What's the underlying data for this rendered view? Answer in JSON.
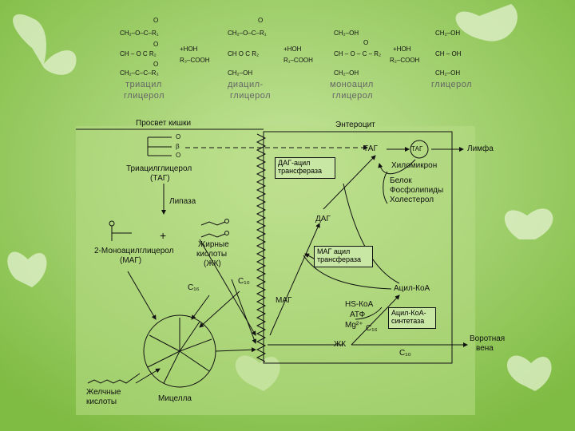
{
  "colors": {
    "background_light": "#c6e59c",
    "background_dark": "#7fbc43",
    "diagram_bg": "#b8dc86",
    "line": "#111111"
  },
  "formulas": {
    "tag": {
      "r1": "O",
      "l1": "CH₂–O–C–R₁",
      "r2": "O",
      "l2": "CH – O  C  R₂",
      "r3": "O",
      "l3": "CH₂–C–C–R₃",
      "name1": "триацил",
      "name2": "глицерол"
    },
    "dag": {
      "r1": "O",
      "l1": "CH₂–O–C–R₁",
      "l2": "CH  O  C  R₂",
      "l3": "CH₂–OH",
      "name1": "диацил-",
      "name2": "глицерол"
    },
    "mag": {
      "l1": "CH₂–OH",
      "r2": "O",
      "l2": "CH – O – C – R₂",
      "l3": "CH₂–OH",
      "name1": "моноацил",
      "name2": "глицерол"
    },
    "gly": {
      "l1": "CH₂–OH",
      "l2": "CH – OH",
      "l3": "CH₂–OH",
      "name1": "глицерол"
    },
    "step1": {
      "a": "+HOH",
      "b": "R₃–COOH"
    },
    "step2": {
      "a": "+HOH",
      "b": "R₁–COOH"
    },
    "step3": {
      "a": "+HOH",
      "b": "R₂–COOH"
    }
  },
  "diagram": {
    "lumen_title": "Просвет кишки",
    "enterocyte_title": "Энтероцит",
    "tag_label1": "Триацилглицерол",
    "tag_label2": "(ТАГ)",
    "tag_marks": [
      "O",
      "β",
      "O"
    ],
    "lipase": "Липаза",
    "mag_label1": "2-Моноацилглицерол",
    "mag_label2": "(МАГ)",
    "plus": "+",
    "fa_label1": "Жирные",
    "fa_label2": "кислоты",
    "fa_label3": "(ЖК)",
    "c16": "C₁₆",
    "c10": "C₁₀",
    "bile1": "Желчные",
    "bile2": "кислоты",
    "micelle": "Мицелла",
    "cell_mag": "МАГ",
    "cell_dag": "ДАГ",
    "cell_tag": "ТАГ",
    "circle_tag": "ТАГ",
    "lymph": "Лимфа",
    "chylomicron": "Хиломикрон",
    "components": [
      "Белок",
      "Фосфолипиды",
      "Холестерол"
    ],
    "dag_enzyme": [
      "ДАГ-ацил",
      "трансфераза"
    ],
    "mag_enzyme": [
      "МАГ ацил",
      "трансфераза"
    ],
    "acyl_coa": "Ацил-КоА",
    "hs_coa": "HS-КоА",
    "atp": "АТФ",
    "mg": "Mg²⁺",
    "c16_in": "C₁₆",
    "synthetase": [
      "Ацил-КоА-",
      "синтетаза"
    ],
    "zhk": "ЖК",
    "c10_in": "C₁₀",
    "portal": [
      "Воротная",
      "вена"
    ]
  }
}
